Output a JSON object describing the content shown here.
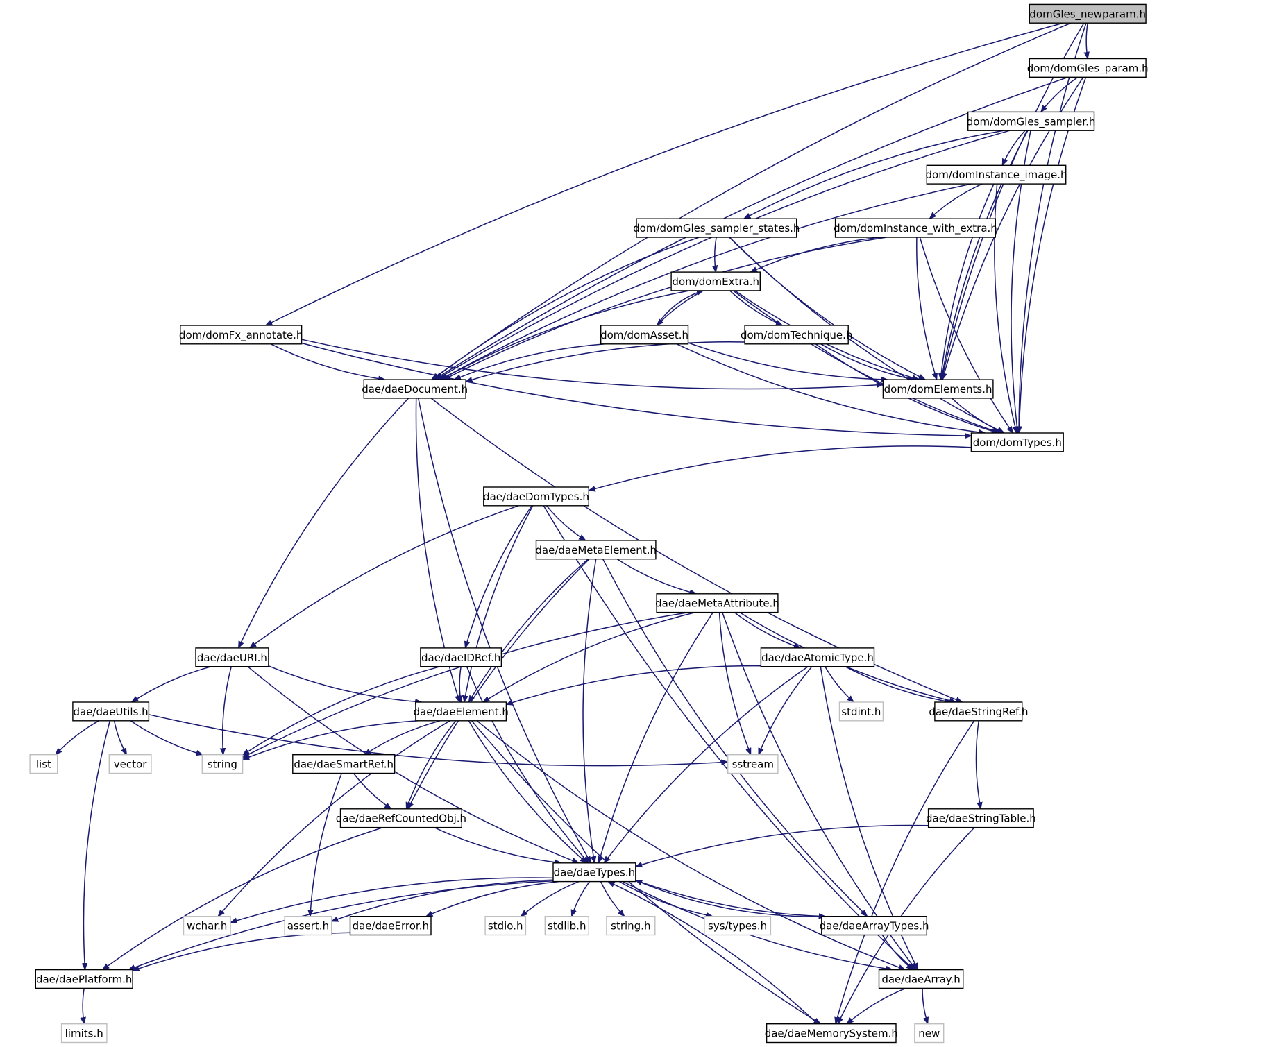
{
  "diagram": {
    "nodes": [
      {
        "id": "n0",
        "label": "domGles_newparam.h",
        "kind": "root"
      },
      {
        "id": "n1",
        "label": "dom/domGles_param.h",
        "kind": "file"
      },
      {
        "id": "n2",
        "label": "dom/domGles_sampler.h",
        "kind": "file"
      },
      {
        "id": "n3",
        "label": "dom/domInstance_image.h",
        "kind": "file"
      },
      {
        "id": "n4",
        "label": "dom/domGles_sampler_states.h",
        "kind": "file"
      },
      {
        "id": "n5",
        "label": "dom/domInstance_with_extra.h",
        "kind": "file"
      },
      {
        "id": "n6",
        "label": "dom/domExtra.h",
        "kind": "file"
      },
      {
        "id": "n7",
        "label": "dom/domAsset.h",
        "kind": "file"
      },
      {
        "id": "n8",
        "label": "dom/domTechnique.h",
        "kind": "file"
      },
      {
        "id": "n9",
        "label": "dom/domFx_annotate.h",
        "kind": "file"
      },
      {
        "id": "n10",
        "label": "dae/daeDocument.h",
        "kind": "file"
      },
      {
        "id": "n11",
        "label": "dom/domElements.h",
        "kind": "file"
      },
      {
        "id": "n12",
        "label": "dom/domTypes.h",
        "kind": "file"
      },
      {
        "id": "n13",
        "label": "dae/daeDomTypes.h",
        "kind": "file"
      },
      {
        "id": "n14",
        "label": "dae/daeMetaElement.h",
        "kind": "file"
      },
      {
        "id": "n15",
        "label": "dae/daeMetaAttribute.h",
        "kind": "file"
      },
      {
        "id": "n16",
        "label": "dae/daeURI.h",
        "kind": "file"
      },
      {
        "id": "n17",
        "label": "dae/daeIDRef.h",
        "kind": "file"
      },
      {
        "id": "n18",
        "label": "dae/daeAtomicType.h",
        "kind": "file"
      },
      {
        "id": "n19",
        "label": "dae/daeUtils.h",
        "kind": "file"
      },
      {
        "id": "n20",
        "label": "dae/daeElement.h",
        "kind": "file"
      },
      {
        "id": "n21",
        "label": "stdint.h",
        "kind": "sys"
      },
      {
        "id": "n22",
        "label": "dae/daeStringRef.h",
        "kind": "file"
      },
      {
        "id": "n23",
        "label": "list",
        "kind": "sys"
      },
      {
        "id": "n24",
        "label": "vector",
        "kind": "sys"
      },
      {
        "id": "n25",
        "label": "string",
        "kind": "sys"
      },
      {
        "id": "n26",
        "label": "dae/daeSmartRef.h",
        "kind": "file"
      },
      {
        "id": "n27",
        "label": "sstream",
        "kind": "sys"
      },
      {
        "id": "n28",
        "label": "dae/daeRefCountedObj.h",
        "kind": "file"
      },
      {
        "id": "n29",
        "label": "dae/daeStringTable.h",
        "kind": "file"
      },
      {
        "id": "n30",
        "label": "dae/daeTypes.h",
        "kind": "file"
      },
      {
        "id": "n31",
        "label": "wchar.h",
        "kind": "sys"
      },
      {
        "id": "n32",
        "label": "assert.h",
        "kind": "sys"
      },
      {
        "id": "n33",
        "label": "dae/daeError.h",
        "kind": "file"
      },
      {
        "id": "n34",
        "label": "stdio.h",
        "kind": "sys"
      },
      {
        "id": "n35",
        "label": "stdlib.h",
        "kind": "sys"
      },
      {
        "id": "n36",
        "label": "string.h",
        "kind": "sys"
      },
      {
        "id": "n37",
        "label": "sys/types.h",
        "kind": "sys"
      },
      {
        "id": "n38",
        "label": "dae/daeArrayTypes.h",
        "kind": "file"
      },
      {
        "id": "n39",
        "label": "dae/daePlatform.h",
        "kind": "file"
      },
      {
        "id": "n40",
        "label": "dae/daeArray.h",
        "kind": "file"
      },
      {
        "id": "n41",
        "label": "limits.h",
        "kind": "sys"
      },
      {
        "id": "n42",
        "label": "dae/daeMemorySystem.h",
        "kind": "file"
      },
      {
        "id": "n43",
        "label": "new",
        "kind": "sys"
      }
    ],
    "edges": [
      [
        "n0",
        "n1"
      ],
      [
        "n0",
        "n9"
      ],
      [
        "n0",
        "n10"
      ],
      [
        "n0",
        "n11"
      ],
      [
        "n0",
        "n12"
      ],
      [
        "n1",
        "n2"
      ],
      [
        "n1",
        "n10"
      ],
      [
        "n1",
        "n11"
      ],
      [
        "n1",
        "n12"
      ],
      [
        "n2",
        "n3"
      ],
      [
        "n2",
        "n4"
      ],
      [
        "n2",
        "n10"
      ],
      [
        "n2",
        "n11"
      ],
      [
        "n2",
        "n12"
      ],
      [
        "n3",
        "n5"
      ],
      [
        "n3",
        "n10"
      ],
      [
        "n3",
        "n11"
      ],
      [
        "n3",
        "n12"
      ],
      [
        "n4",
        "n6"
      ],
      [
        "n4",
        "n10"
      ],
      [
        "n4",
        "n11"
      ],
      [
        "n4",
        "n12"
      ],
      [
        "n5",
        "n6"
      ],
      [
        "n5",
        "n10"
      ],
      [
        "n5",
        "n11"
      ],
      [
        "n5",
        "n12"
      ],
      [
        "n6",
        "n7"
      ],
      [
        "n6",
        "n8"
      ],
      [
        "n6",
        "n10"
      ],
      [
        "n6",
        "n11"
      ],
      [
        "n6",
        "n12"
      ],
      [
        "n7",
        "n6"
      ],
      [
        "n7",
        "n10"
      ],
      [
        "n7",
        "n11"
      ],
      [
        "n7",
        "n12"
      ],
      [
        "n8",
        "n10"
      ],
      [
        "n8",
        "n11"
      ],
      [
        "n8",
        "n12"
      ],
      [
        "n9",
        "n10"
      ],
      [
        "n9",
        "n11"
      ],
      [
        "n9",
        "n12"
      ],
      [
        "n10",
        "n16"
      ],
      [
        "n10",
        "n20"
      ],
      [
        "n10",
        "n22"
      ],
      [
        "n10",
        "n30"
      ],
      [
        "n11",
        "n12"
      ],
      [
        "n12",
        "n13"
      ],
      [
        "n13",
        "n14"
      ],
      [
        "n13",
        "n16"
      ],
      [
        "n13",
        "n17"
      ],
      [
        "n13",
        "n20"
      ],
      [
        "n13",
        "n40"
      ],
      [
        "n14",
        "n15"
      ],
      [
        "n14",
        "n20"
      ],
      [
        "n14",
        "n28"
      ],
      [
        "n14",
        "n30"
      ],
      [
        "n14",
        "n38"
      ],
      [
        "n15",
        "n18"
      ],
      [
        "n15",
        "n20"
      ],
      [
        "n15",
        "n22"
      ],
      [
        "n15",
        "n25"
      ],
      [
        "n15",
        "n27"
      ],
      [
        "n15",
        "n30"
      ],
      [
        "n15",
        "n40"
      ],
      [
        "n16",
        "n19"
      ],
      [
        "n16",
        "n20"
      ],
      [
        "n16",
        "n25"
      ],
      [
        "n16",
        "n30"
      ],
      [
        "n17",
        "n20"
      ],
      [
        "n17",
        "n25"
      ],
      [
        "n17",
        "n30"
      ],
      [
        "n18",
        "n20"
      ],
      [
        "n18",
        "n21"
      ],
      [
        "n18",
        "n22"
      ],
      [
        "n18",
        "n27"
      ],
      [
        "n18",
        "n30"
      ],
      [
        "n18",
        "n40"
      ],
      [
        "n19",
        "n23"
      ],
      [
        "n19",
        "n24"
      ],
      [
        "n19",
        "n25"
      ],
      [
        "n19",
        "n27"
      ],
      [
        "n19",
        "n39"
      ],
      [
        "n20",
        "n25"
      ],
      [
        "n20",
        "n26"
      ],
      [
        "n20",
        "n28"
      ],
      [
        "n20",
        "n30"
      ],
      [
        "n20",
        "n31"
      ],
      [
        "n20",
        "n40"
      ],
      [
        "n20",
        "n42"
      ],
      [
        "n22",
        "n29"
      ],
      [
        "n22",
        "n42"
      ],
      [
        "n26",
        "n28"
      ],
      [
        "n26",
        "n32"
      ],
      [
        "n28",
        "n30"
      ],
      [
        "n28",
        "n39"
      ],
      [
        "n29",
        "n30"
      ],
      [
        "n29",
        "n42"
      ],
      [
        "n30",
        "n31"
      ],
      [
        "n30",
        "n32"
      ],
      [
        "n30",
        "n33"
      ],
      [
        "n30",
        "n34"
      ],
      [
        "n30",
        "n35"
      ],
      [
        "n30",
        "n36"
      ],
      [
        "n30",
        "n37"
      ],
      [
        "n30",
        "n38"
      ],
      [
        "n30",
        "n39"
      ],
      [
        "n30",
        "n40"
      ],
      [
        "n33",
        "n39"
      ],
      [
        "n38",
        "n30"
      ],
      [
        "n38",
        "n40"
      ],
      [
        "n39",
        "n41"
      ],
      [
        "n40",
        "n42"
      ],
      [
        "n40",
        "n43"
      ],
      [
        "n42",
        "n30"
      ]
    ]
  }
}
